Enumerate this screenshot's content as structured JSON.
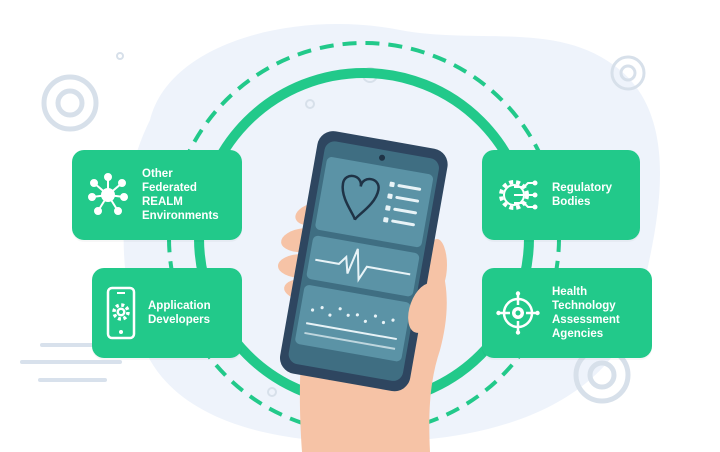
{
  "colors": {
    "accent": "#22c98a",
    "blob": "#eef3fb",
    "phone_frame": "#2e4660",
    "screen": "#3f6e82",
    "skin": "#f6c3a6"
  },
  "cards": [
    {
      "id": "federated",
      "icon": "network-nodes-icon",
      "label": "Other\nFederated\nREALM\nEnvironments"
    },
    {
      "id": "apps",
      "icon": "mobile-gear-icon",
      "label": "Application\nDevelopers"
    },
    {
      "id": "regulatory",
      "icon": "circuit-gear-icon",
      "label": "Regulatory\nBodies"
    },
    {
      "id": "hta",
      "icon": "target-crosshair-icon",
      "label": "Health\nTechnology\nAssessment\nAgencies"
    }
  ]
}
